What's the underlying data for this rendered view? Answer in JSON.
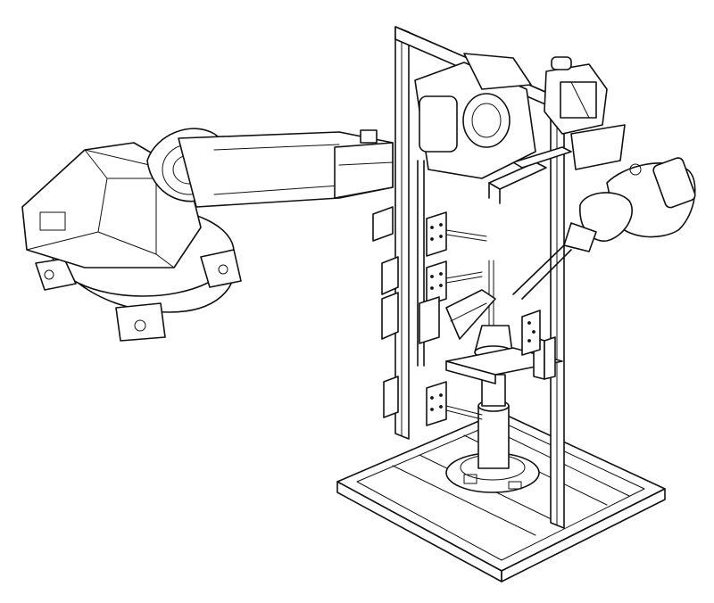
{
  "figure": {
    "colors": {
      "line": "#111111",
      "background": "#ffffff"
    },
    "components": [
      "robot-base",
      "robot-arm",
      "robot-wrist",
      "end-effector-tool",
      "fixture-frame",
      "floor-frame",
      "center-column",
      "gripper-clamps"
    ]
  }
}
